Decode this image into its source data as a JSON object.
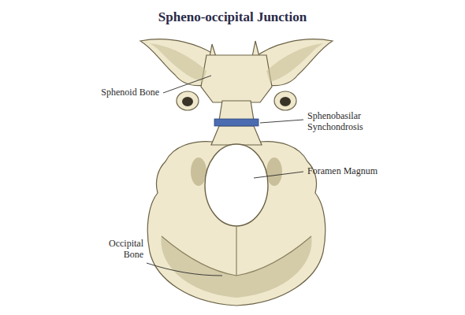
{
  "diagram": {
    "title": "Spheno-occipital Junction",
    "labels": [
      "Sphenoid Bone",
      "Sphenobasilar Synchondrosis",
      "Foramen Magnum",
      "Occipital Bone"
    ]
  }
}
